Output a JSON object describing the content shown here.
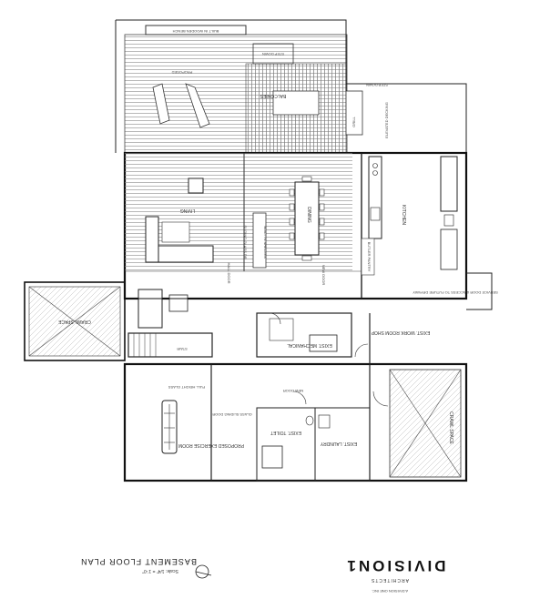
{
  "plan": {
    "rooms": {
      "bench": "BUILT IN WOODEN BENCH",
      "step_down_top": "STEP DOWN",
      "step_down_right": "STEP DOWN",
      "proposed": "PROPOSED",
      "balcony": "BALCONIES",
      "grill": "GRILL",
      "elevated_deck": "ELEVATED DECKING",
      "living": "LIVING",
      "dining": "DINING",
      "kitchen": "KITCHEN",
      "built_in_shelves": "BUILT IN SHELVES",
      "sliding_glass": "SLIDING GLASS DR",
      "butler_pantry": "BUTLER PANTRY",
      "hall_door": "HALL DOOR",
      "new_door": "NEW DOOR",
      "crawl_space_left": "CRAWL SPACE",
      "stair": "STAIR",
      "full_height_glass": "FULL HEIGHT GLASS",
      "glass_sliding_door": "GLASS SLIDING DOOR",
      "exercise_room": "PROPOSED EXERCISE ROOM",
      "new_door2": "NEW DOOR",
      "mechanical": "EXIST. MECHANICAL",
      "work_shop": "EXIST. WORK ROOM SHOP",
      "toilet": "EXIST. TOILET",
      "laundry": "EXIST. LAUNDRY",
      "crawl_space_right": "CRAWL SPACE",
      "service_door": "SERVICE DOOR & ACCESS TO FUTURE DRYWAY"
    },
    "title": "BASEMENT FLOOR PLAN",
    "scale": "Scale: 1/4\" = 1'-0\"",
    "logo": "DIVISION1",
    "logo_sub": "ARCHITECTS",
    "logo_small": "A DIVISION ONE INC."
  }
}
